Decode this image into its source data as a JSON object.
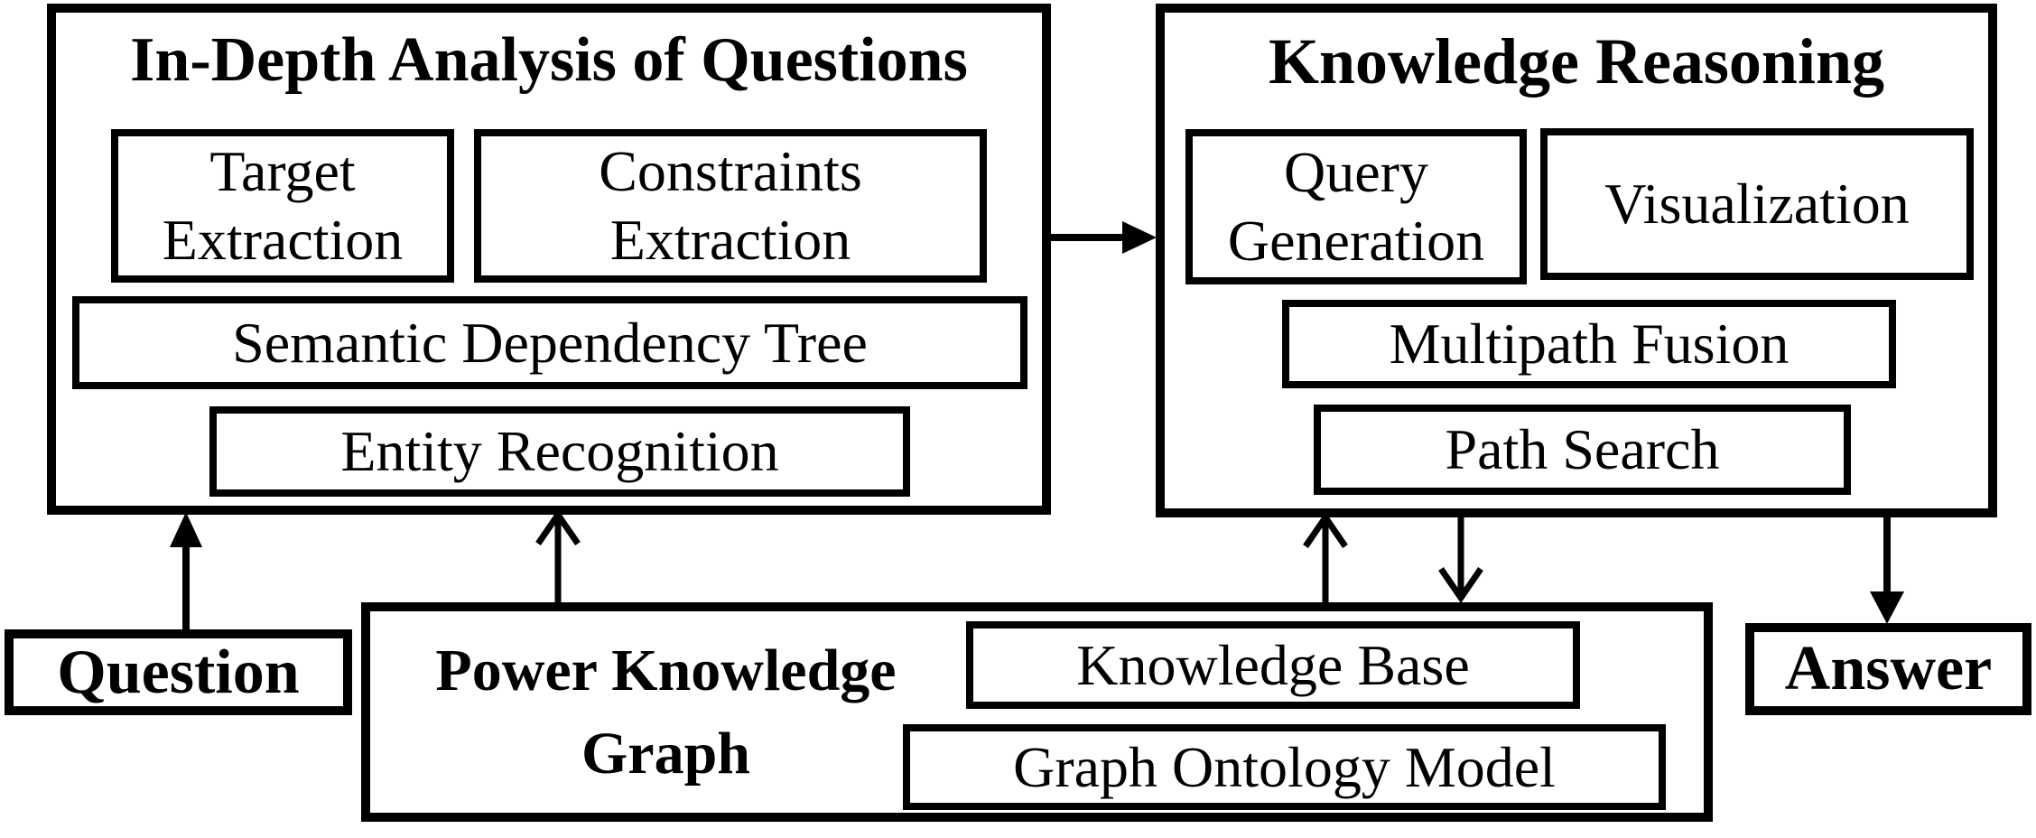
{
  "colors": {
    "ink": "#000000",
    "background": "#ffffff"
  },
  "panels": {
    "analysis": {
      "title": "In-Depth Analysis of Questions",
      "target_extraction": "Target Extraction",
      "constraints_extraction": "Constraints Extraction",
      "semantic_dependency_tree": "Semantic Dependency Tree",
      "entity_recognition": "Entity Recognition"
    },
    "reasoning": {
      "title": "Knowledge Reasoning",
      "query_generation": "Query Generation",
      "visualization": "Visualization",
      "multipath_fusion": "Multipath Fusion",
      "path_search": "Path Search"
    },
    "knowledge_graph": {
      "title": "Power Knowledge Graph",
      "knowledge_base": "Knowledge Base",
      "graph_ontology_model": "Graph Ontology Model"
    }
  },
  "terminals": {
    "question": "Question",
    "answer": "Answer"
  },
  "edges": [
    {
      "from": "Question",
      "to": "In-Depth Analysis of Questions",
      "head": "solid-triangle"
    },
    {
      "from": "In-Depth Analysis of Questions",
      "to": "Knowledge Reasoning",
      "head": "solid-triangle"
    },
    {
      "from": "Knowledge Reasoning",
      "to": "Answer",
      "head": "solid-triangle"
    },
    {
      "from": "Power Knowledge Graph",
      "to": "In-Depth Analysis of Questions",
      "head": "open-chevron"
    },
    {
      "from": "Power Knowledge Graph",
      "to": "Knowledge Reasoning",
      "head": "open-chevron"
    },
    {
      "from": "Knowledge Reasoning",
      "to": "Power Knowledge Graph",
      "head": "open-chevron"
    }
  ]
}
